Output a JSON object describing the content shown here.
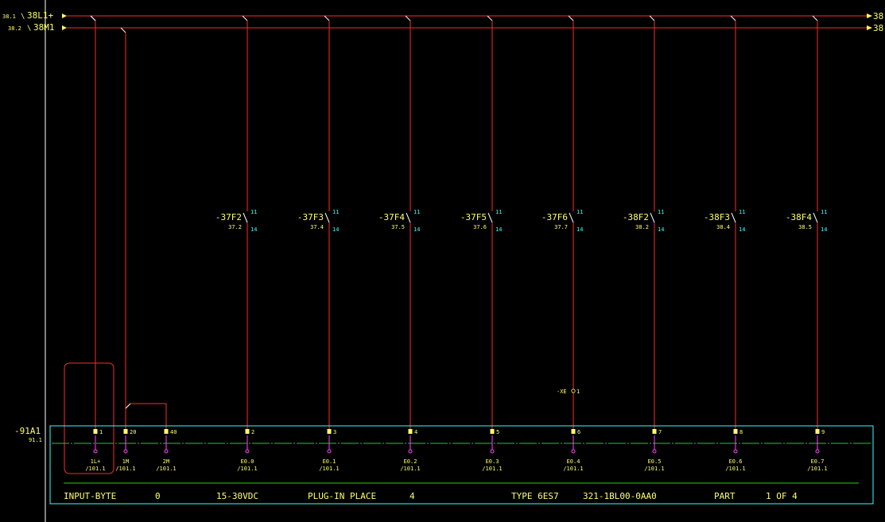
{
  "bus": {
    "l1": {
      "ref": "38.1",
      "name": "38L1+",
      "right": "38"
    },
    "m1": {
      "ref": "38.2",
      "name": "38M1",
      "right": "38"
    }
  },
  "contacts": [
    {
      "tag": "-37F2",
      "ref": "37.2",
      "pin_top": "11",
      "pin_bot": "14"
    },
    {
      "tag": "-37F3",
      "ref": "37.4",
      "pin_top": "11",
      "pin_bot": "14"
    },
    {
      "tag": "-37F4",
      "ref": "37.5",
      "pin_top": "11",
      "pin_bot": "14"
    },
    {
      "tag": "-37F5",
      "ref": "37.6",
      "pin_top": "11",
      "pin_bot": "14"
    },
    {
      "tag": "-37F6",
      "ref": "37.7",
      "pin_top": "11",
      "pin_bot": "14"
    },
    {
      "tag": "-38F2",
      "ref": "38.2",
      "pin_top": "11",
      "pin_bot": "14"
    },
    {
      "tag": "-38F3",
      "ref": "38.4",
      "pin_top": "11",
      "pin_bot": "14"
    },
    {
      "tag": "-38F4",
      "ref": "38.5",
      "pin_top": "11",
      "pin_bot": "14"
    }
  ],
  "xe": {
    "tag": "-XE",
    "pin": "1"
  },
  "module": {
    "tag": "-91A1",
    "ref": "91.1",
    "terminals": [
      {
        "num": "1",
        "label": "1L+",
        "ref": "/101.1"
      },
      {
        "num": "20",
        "label": "1M",
        "ref": "/101.1"
      },
      {
        "num": "40",
        "label": "2M",
        "ref": "/101.1"
      },
      {
        "num": "2",
        "label": "E0.0",
        "ref": "/101.1"
      },
      {
        "num": "3",
        "label": "E0.1",
        "ref": "/101.1"
      },
      {
        "num": "4",
        "label": "E0.2",
        "ref": "/101.1"
      },
      {
        "num": "5",
        "label": "E0.3",
        "ref": "/101.1"
      },
      {
        "num": "6",
        "label": "E0.4",
        "ref": "/101.1"
      },
      {
        "num": "7",
        "label": "E0.5",
        "ref": "/101.1"
      },
      {
        "num": "8",
        "label": "E0.6",
        "ref": "/101.1"
      },
      {
        "num": "9",
        "label": "E0.7",
        "ref": "/101.1"
      }
    ],
    "footer": {
      "input_label": "INPUT-BYTE",
      "input_value": "0",
      "voltage": "15-30VDC",
      "plug_label": "PLUG-IN PLACE",
      "plug_value": "4",
      "type_label": "TYPE 6ES7",
      "type_value": "321-1BL00-0AA0",
      "part_label": "PART",
      "part_value": "1 OF 4"
    }
  },
  "colors": {
    "wire": "#ff2a2a",
    "text": "#ffff66",
    "pin": "#33ffff",
    "terminal": "#ff44ff",
    "box": "#33ffff",
    "separator": "#22cc22",
    "border": "#ffffff"
  }
}
